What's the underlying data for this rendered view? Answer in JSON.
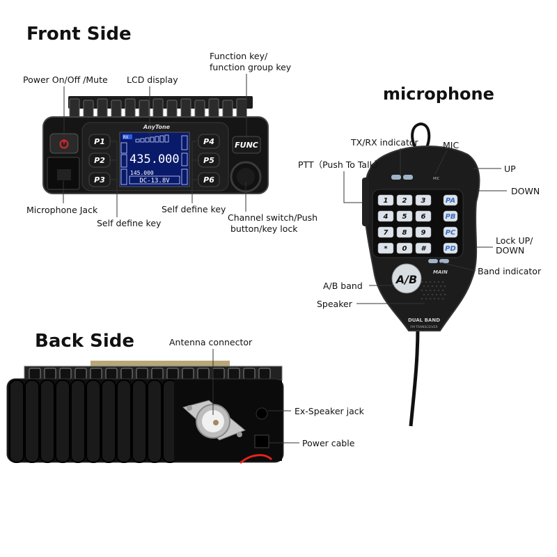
{
  "front": {
    "title": "Front Side",
    "labels": {
      "power": "Power On/Off  /Mute",
      "lcd": "LCD display",
      "function_1": "Function key/",
      "function_2": "function group key",
      "mic_jack": "Microphone Jack",
      "self_define_left": "Self define key",
      "self_define_right": "Self define key",
      "channel_1": "Channel switch/Push",
      "channel_2": "button/key lock"
    },
    "radio": {
      "brand": "AnyTone",
      "keys": [
        "P1",
        "P2",
        "P3",
        "P4",
        "P5",
        "P6"
      ],
      "func_key": "FUNC",
      "lcd_status": "RX",
      "main_freq": "435.000",
      "sub_freq": "145.000",
      "voltage": "DC-13.8V"
    }
  },
  "microphone": {
    "title": "microphone",
    "labels": {
      "txrx": "TX/RX indicator",
      "mic": "MIC",
      "ptt": "PTT（Push To Talk）",
      "up": "UP",
      "down": "DOWN",
      "lock_1": "Lock UP/",
      "lock_2": "DOWN",
      "band_indicator": "Band indicator",
      "ab_band": "A/B band",
      "speaker": "Speaker"
    },
    "device": {
      "keypad": [
        "1",
        "2",
        "3",
        "4",
        "5",
        "6",
        "7",
        "8",
        "9",
        "*",
        "0",
        "#"
      ],
      "side_keys": [
        "PA",
        "PB",
        "PC",
        "PD"
      ],
      "ab_button": "A/B",
      "main": "MAIN",
      "mic_small": "MIC",
      "dual_band": "DUAL BAND",
      "fm_transceiver": "FM TRANSCEIVER"
    }
  },
  "back": {
    "title": "Back Side",
    "labels": {
      "antenna": "Antenna connector",
      "ex_speaker": "Ex-Speaker jack",
      "power_cable": "Power cable"
    }
  }
}
